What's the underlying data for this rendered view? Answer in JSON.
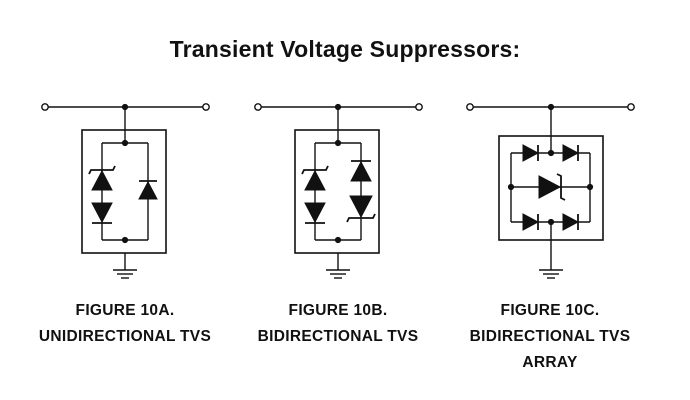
{
  "title": "Transient Voltage Suppressors:",
  "figures": [
    {
      "line1": "FIGURE 10A.",
      "line2": "UNIDIRECTIONAL TVS",
      "line3": ""
    },
    {
      "line1": "FIGURE 10B.",
      "line2": "BIDIRECTIONAL TVS",
      "line3": ""
    },
    {
      "line1": "FIGURE 10C.",
      "line2": "BIDIRECTIONAL TVS",
      "line3": "ARRAY"
    }
  ],
  "colors": {
    "ink": "#111111",
    "background": "#ffffff"
  }
}
